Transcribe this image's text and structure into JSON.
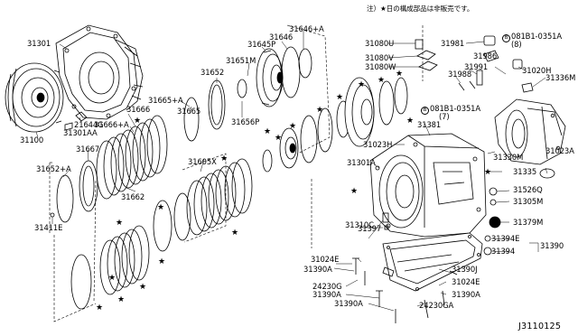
{
  "note": "注）★日の構成部品は非販売です。",
  "diagram_code": "J3110125",
  "labels": {
    "p31301": "31301",
    "p31100": "31100",
    "p21644G": "21644G",
    "p31301AA": "31301AA",
    "p31667": "31667",
    "p31652A": "31652+A",
    "p31411E": "31411E",
    "p31666": "31666",
    "p31666A": "31666+A",
    "p31665A": "31665+A",
    "p31665": "31665",
    "p31662": "31662",
    "p31652": "31652",
    "p31651M": "31651M",
    "p31645P": "31645P",
    "p31646": "31646",
    "p31646A": "31646+A",
    "p31656P": "31656P",
    "p31605X": "31605X",
    "p31080U": "31080U",
    "p31080V": "31080V",
    "p31080W": "31080W",
    "p31981": "31981",
    "p0818103A8": "081B1-0351A",
    "p8": "(8)",
    "p31986": "31986",
    "p31991": "31991",
    "p31988": "31988",
    "p31020H": "31020H",
    "p31336M": "31336M",
    "p0818103A7": "081B1-0351A",
    "p7": "(7)",
    "p31381": "31381",
    "p31023H": "31023H",
    "p31301A": "31301A",
    "p31330M": "31330M",
    "p31023A": "31023A",
    "p31335": "31335",
    "p31526Q": "31526Q",
    "p31305M": "31305M",
    "p31310C": "31310C",
    "p31397": "31397",
    "p31379M": "31379M",
    "p31394E": "31394E",
    "p31390": "31390",
    "p31394": "31394",
    "p31024E_l": "31024E",
    "p31390A_1": "31390A",
    "p24230G": "24230G",
    "p31390A_2": "31390A",
    "p31390A_3": "31390A",
    "p31390J": "31390J",
    "p31024E_r": "31024E",
    "p31390A_4": "31390A",
    "p24230GA": "24230GA"
  }
}
